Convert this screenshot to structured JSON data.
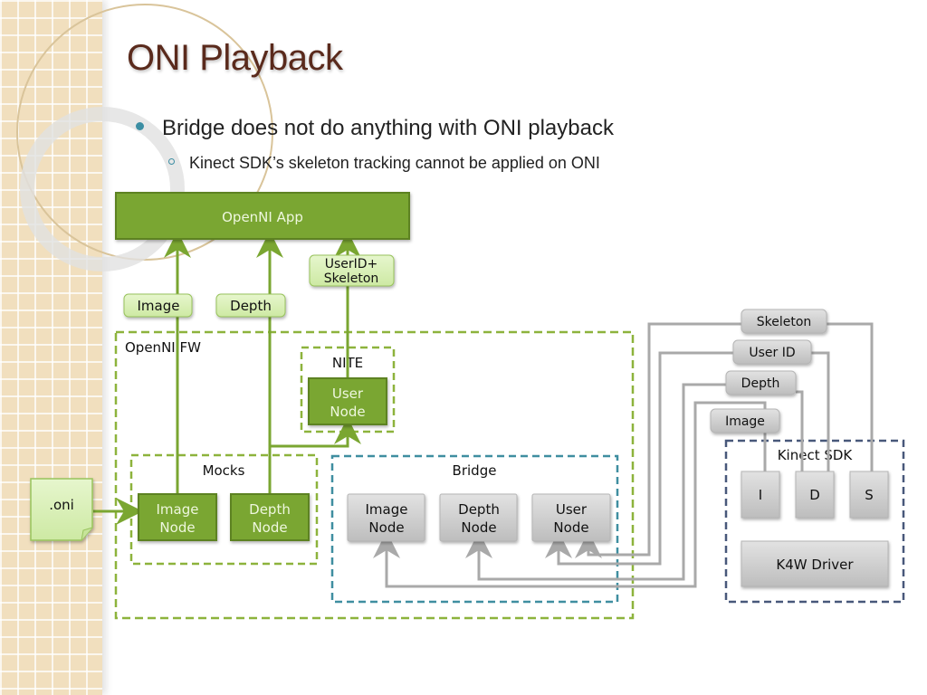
{
  "slide": {
    "title": "ONI Playback",
    "bullets": [
      {
        "level": 1,
        "text": "Bridge does not do anything with ONI playback"
      },
      {
        "level": 2,
        "text": "Kinect SDK’s skeleton tracking cannot be applied on ONI"
      }
    ]
  },
  "colors": {
    "title": "#5a2a1c",
    "bullet": "#3c8ea3",
    "green_dark": "#7aa631",
    "green_light": "#d8efb4",
    "gray_node": "#c8c8c8",
    "bridge_border": "#3f8ea0",
    "kinect_border": "#48587a"
  },
  "diagram": {
    "openni_app": "OpenNI App",
    "app_labels": {
      "image": "Image",
      "depth": "Depth",
      "userid_skeleton_1": "UserID+",
      "userid_skeleton_2": "Skeleton"
    },
    "openni_fw": "OpenNI FW",
    "nite": {
      "label": "NITE",
      "node_1": "User",
      "node_2": "Node"
    },
    "mocks": {
      "label": "Mocks",
      "image_1": "Image",
      "image_2": "Node",
      "depth_1": "Depth",
      "depth_2": "Node"
    },
    "oni_file": ".oni",
    "bridge": {
      "label": "Bridge",
      "image_1": "Image",
      "image_2": "Node",
      "depth_1": "Depth",
      "depth_2": "Node",
      "user_1": "User",
      "user_2": "Node"
    },
    "stream_labels": {
      "skeleton": "Skeleton",
      "user_id": "User ID",
      "depth": "Depth",
      "image": "Image"
    },
    "kinect_sdk": {
      "label": "Kinect SDK",
      "i": "I",
      "d": "D",
      "s": "S",
      "driver": "K4W Driver"
    }
  }
}
